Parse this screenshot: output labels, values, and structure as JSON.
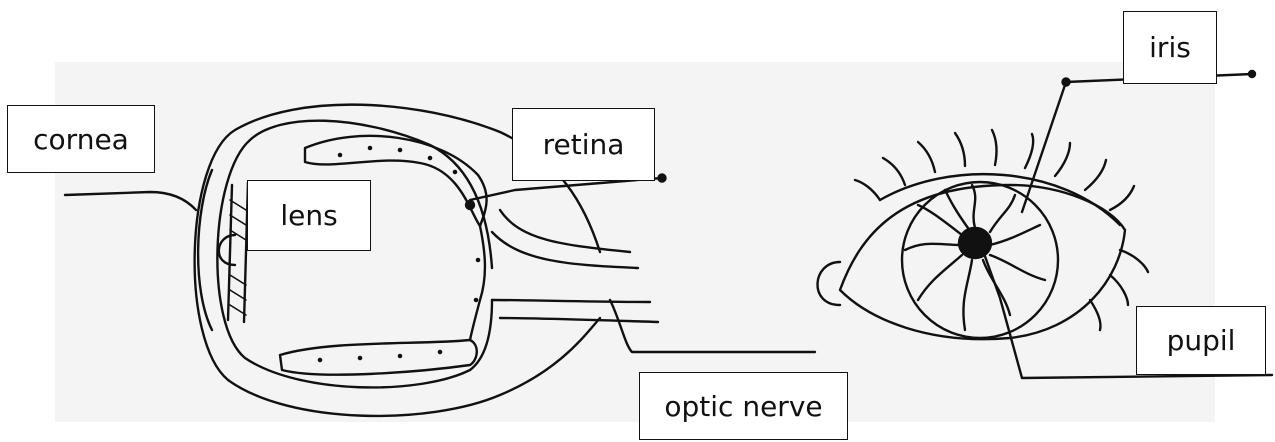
{
  "labels": {
    "cornea": "cornea",
    "lens": "lens",
    "retina": "retina",
    "optic_nerve": "optic nerve",
    "iris": "iris",
    "pupil": "pupil"
  }
}
